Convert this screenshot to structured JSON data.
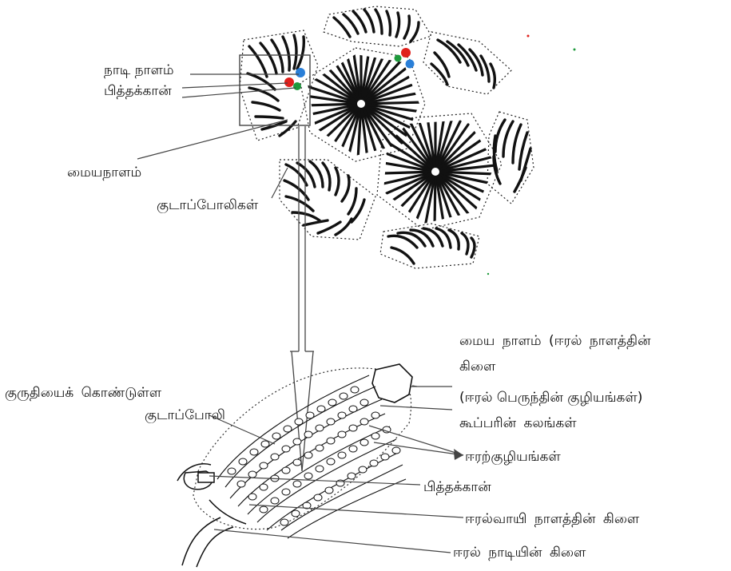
{
  "labels": {
    "portal_vein": "நாடி நாளம்",
    "bile_duct_top": "பித்தக்கான்",
    "central_vein_top": "மையநாளம்",
    "hepatocytes_top": "குடாப்போலிகள்",
    "central_vein_bottom_line1": "மைய நாளம் (ஈரல் நாளத்தின்",
    "central_vein_bottom_line2": "கிளை",
    "blood_sinusoid_line1": "குருதியைக் கொண்டுள்ள",
    "blood_sinusoid_line2": "குடாப்போலி",
    "kupffer_line1": "(ஈரல் பெருந்தின் குழியங்கள்)",
    "kupffer_line2": "கூப்பரின் கலங்கள்",
    "hepatic_cells": "ஈரற்குழியங்கள்",
    "bile_duct_bottom": "பித்தக்கான்",
    "portal_vein_branch": "ஈரல்வாயி நாளத்தின் கிளை",
    "hepatic_artery_branch": "ஈரல் நாடியின் கிளை"
  },
  "colors": {
    "ink": "#111111",
    "red_dot": "#e0201c",
    "blue_dot": "#2a7fd8",
    "green_dot": "#1e9a3c"
  }
}
